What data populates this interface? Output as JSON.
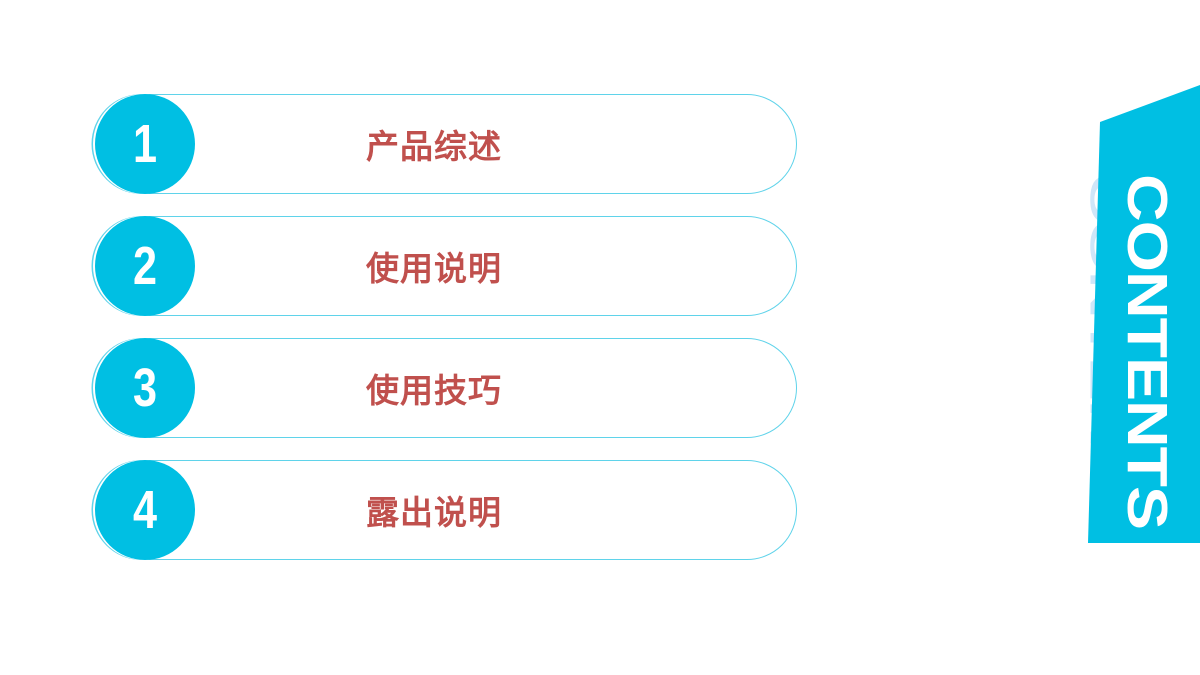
{
  "items": [
    {
      "number": "1",
      "label": "产品综述"
    },
    {
      "number": "2",
      "label": "使用说明"
    },
    {
      "number": "3",
      "label": "使用技巧"
    },
    {
      "number": "4",
      "label": "露出说明"
    }
  ],
  "side": {
    "title": "CONTENTS",
    "ghost": "CONTENTS",
    "color": "#00bfe3"
  },
  "colors": {
    "accent": "#00bfe3",
    "label": "#c0504d"
  }
}
